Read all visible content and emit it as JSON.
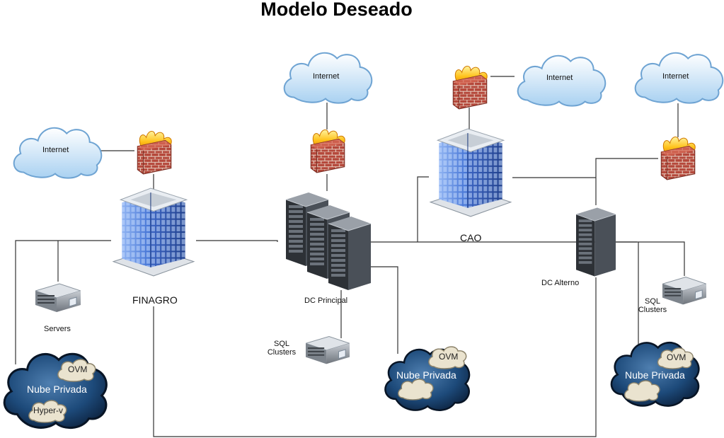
{
  "title": "Modelo Deseado",
  "internet_label": "Internet",
  "nodes": {
    "finagro": "FINAGRO",
    "dc_principal": "DC Principal",
    "cao": "CAO",
    "dc_alterno": "DC Alterno",
    "servers": "Servers"
  },
  "sql_clusters": {
    "line1": "SQL",
    "line2": "Clusters"
  },
  "private_cloud": {
    "label": "Nube Privada",
    "ovm": "OVM",
    "hyperv": "Hyper-v"
  },
  "colors": {
    "cloud_light": "#cfe6f8",
    "cloud_dark": "#0f2f55",
    "building": "#3d6fd6",
    "brick": "#b3473a",
    "flame": "#f5b400",
    "rack": "#3b3f45",
    "line": "#333333"
  }
}
